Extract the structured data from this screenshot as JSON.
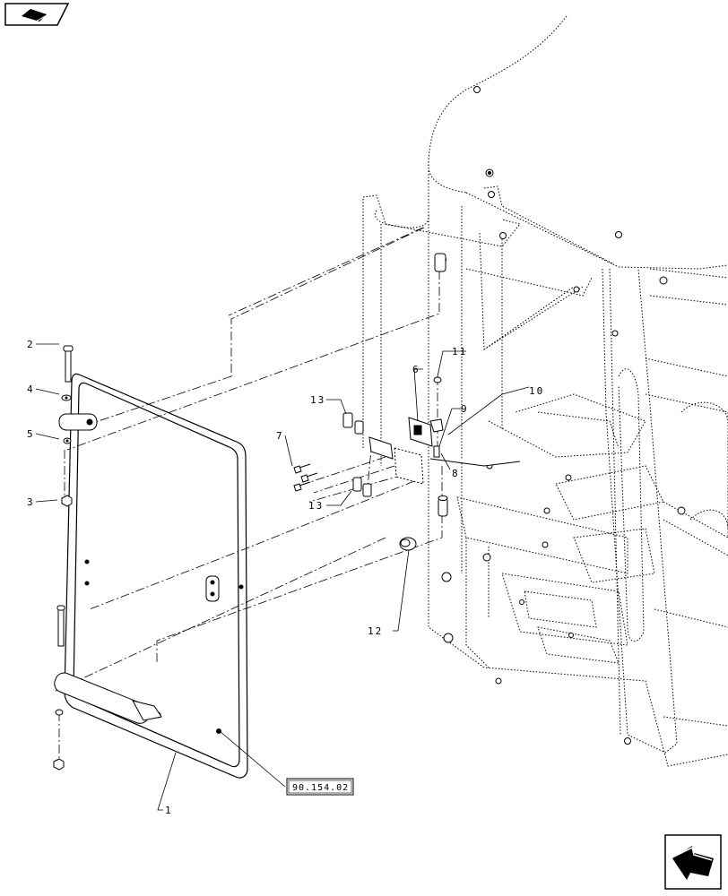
{
  "diagram": {
    "callouts": {
      "c1": "1",
      "c2": "2",
      "c3": "3",
      "c4": "4",
      "c5": "5",
      "c6": "6",
      "c7": "7",
      "c8": "8",
      "c9": "9",
      "c10": "10",
      "c11": "11",
      "c12": "12",
      "c13a": "13",
      "c13b": "13"
    },
    "reference": "90.154.02"
  },
  "icons": {
    "top_left": "book-page-icon",
    "bottom_right": "next-arrow-icon"
  }
}
